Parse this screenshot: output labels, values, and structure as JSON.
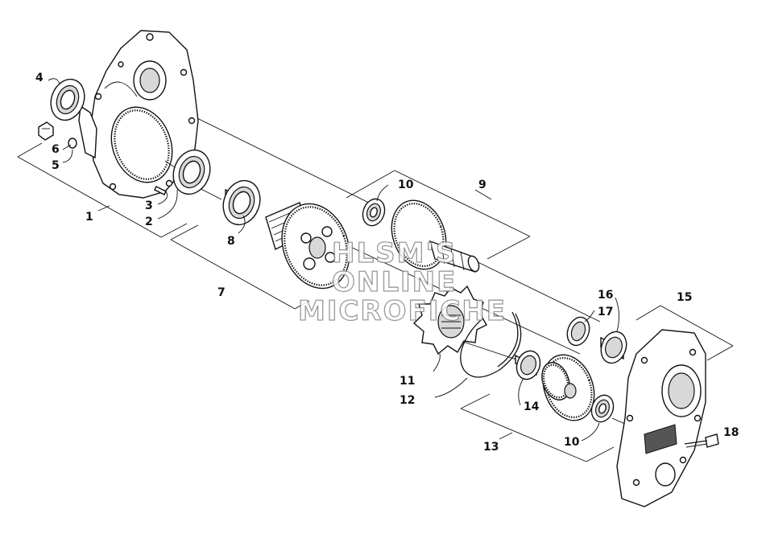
{
  "callouts": {
    "c1": "1",
    "c2": "2",
    "c3": "3",
    "c4": "4",
    "c5": "5",
    "c6": "6",
    "c7": "7",
    "c8": "8",
    "c9": "9",
    "c10a": "10",
    "c10b": "10",
    "c11": "11",
    "c12": "12",
    "c13": "13",
    "c14": "14",
    "c15": "15",
    "c16": "16",
    "c17": "17",
    "c18": "18"
  },
  "watermark": {
    "line1": "HLSM'S",
    "line2": "ONLINE",
    "line3": "MICROFICHE"
  }
}
